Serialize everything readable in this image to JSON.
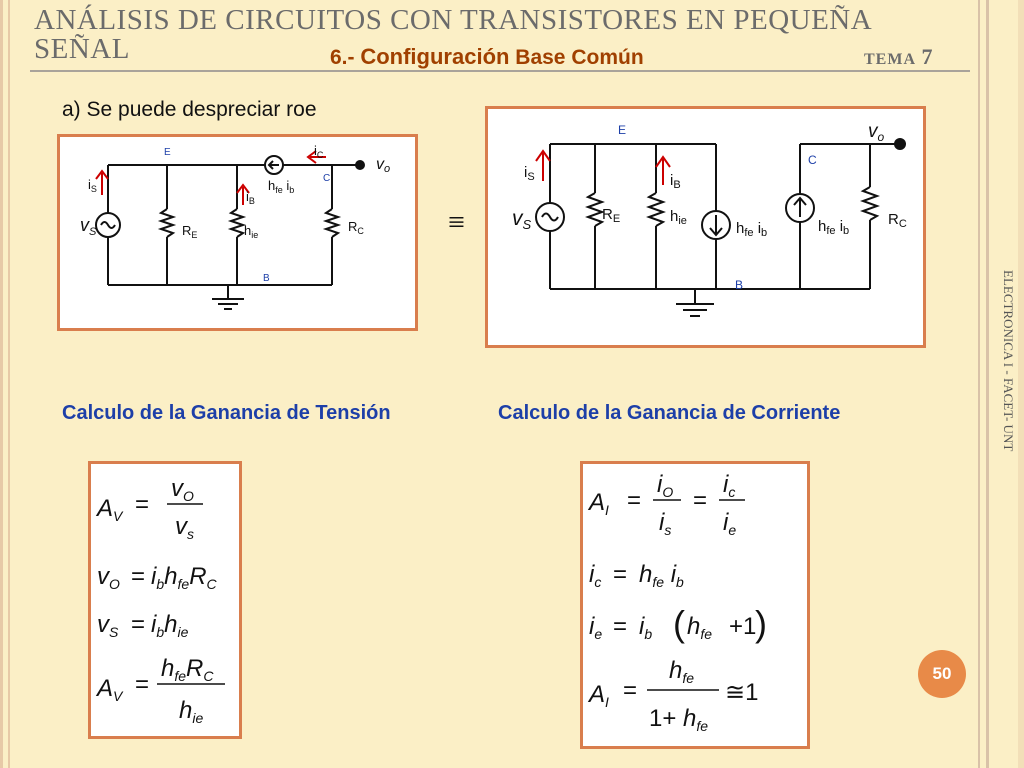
{
  "header": {
    "title_line1": "ANÁLISIS DE CIRCUITOS CON TRANSISTORES EN  PEQUEÑA",
    "title_line2": "SEÑAL",
    "subtitle_prefix": "6.- ",
    "subtitle_main": "Configuración",
    "subtitle_rest": " Base  Común",
    "tema_label": "TEMA",
    "tema_number": "7"
  },
  "side_text": "ELECTRONICA I - FACET- UNT",
  "note": "a) Se puede despreciar roe",
  "equivalence_symbol": "≡",
  "sections": {
    "voltage_gain_heading": "Calculo de la Ganancia de Tensión",
    "current_gain_heading": "Calculo de la Ganancia de Corriente"
  },
  "page_number": "50",
  "colors": {
    "background": "#fbefc6",
    "accent_orange": "#d97e4d",
    "heading_blue": "#1d3fa8",
    "source_red": "#cc0000"
  }
}
